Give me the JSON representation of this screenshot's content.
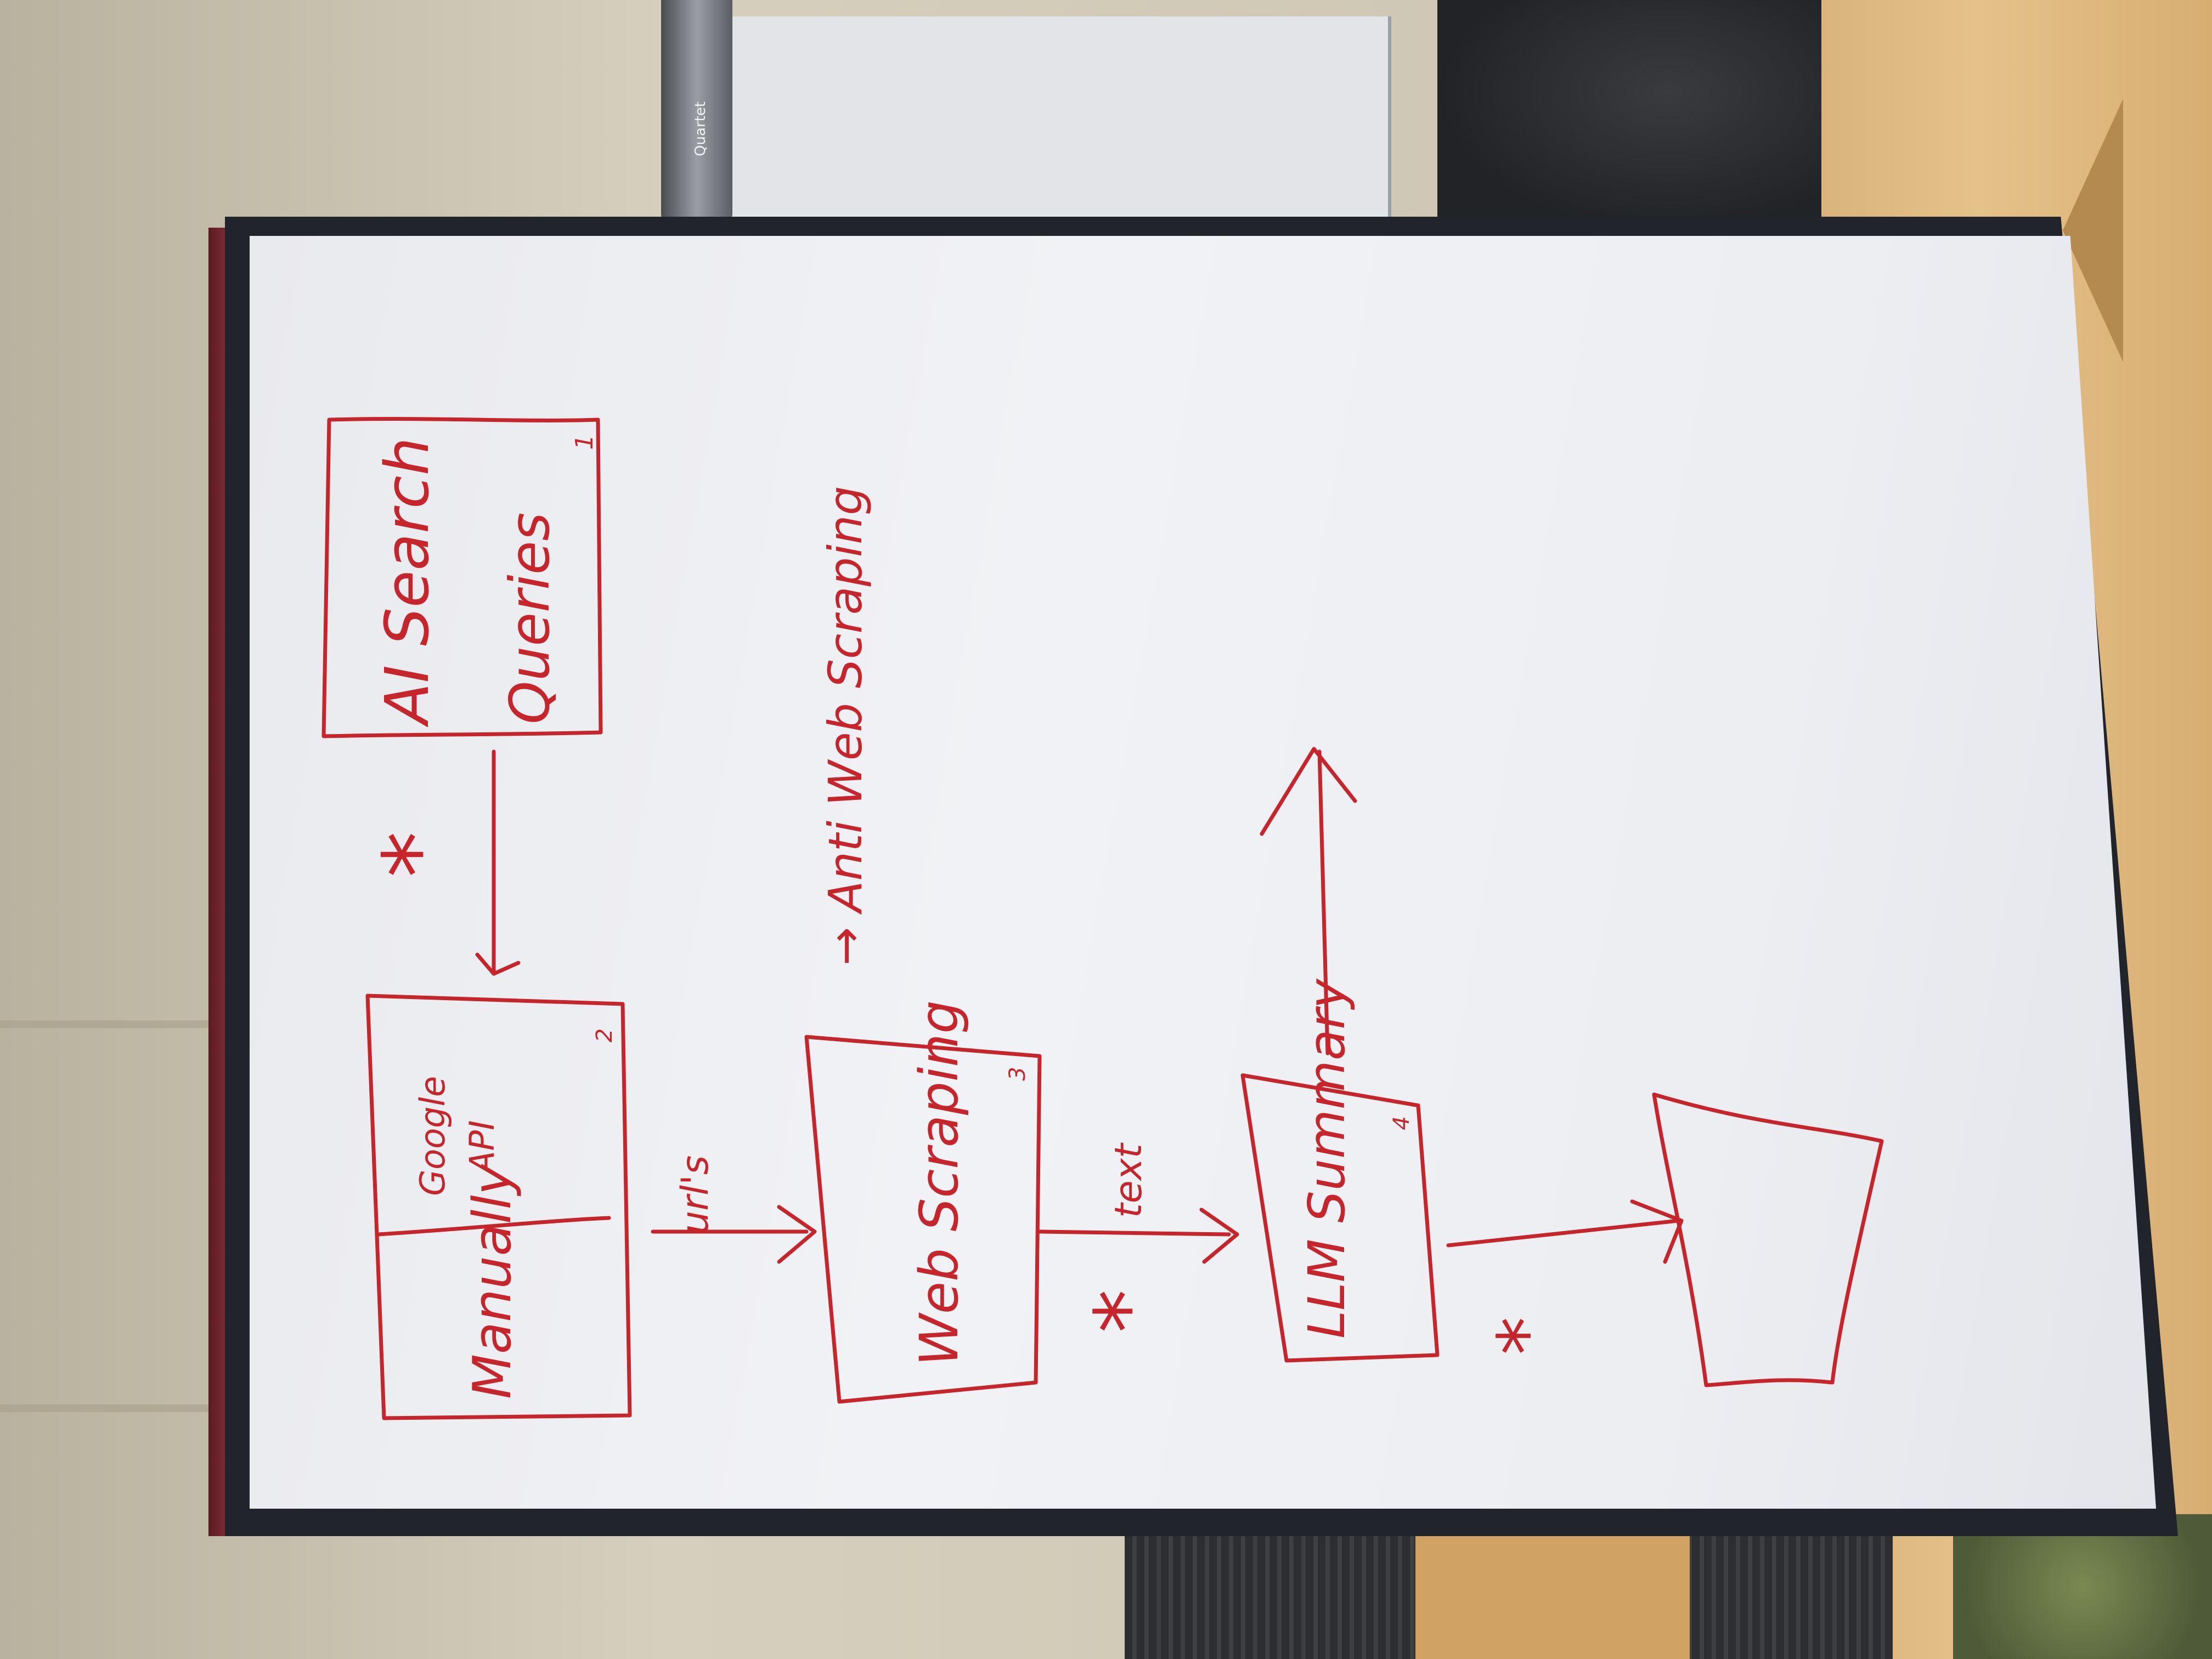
{
  "scene": {
    "background_logo": "Quartet"
  },
  "whiteboard": {
    "box1": {
      "line1": "AI Search",
      "line2": "Queries",
      "number": "1"
    },
    "star_1": "*",
    "box2": {
      "left": "Manually",
      "right_line1": "Google",
      "right_line2": "API",
      "number": "2"
    },
    "note_anti": "→ Anti Web Scraping",
    "arrow_label_urls": "url's",
    "box3": {
      "label": "Web Scraping",
      "number": "3"
    },
    "arrow_label_text": "text",
    "star_2": "*",
    "box4": {
      "label": "LLM Summary",
      "number": "4"
    },
    "star_3": "*"
  },
  "colors": {
    "marker": "#c6262b",
    "board": "#eef0f3",
    "frame": "#21252b",
    "tray": "#6a2028",
    "desk": "#dfb97f"
  }
}
